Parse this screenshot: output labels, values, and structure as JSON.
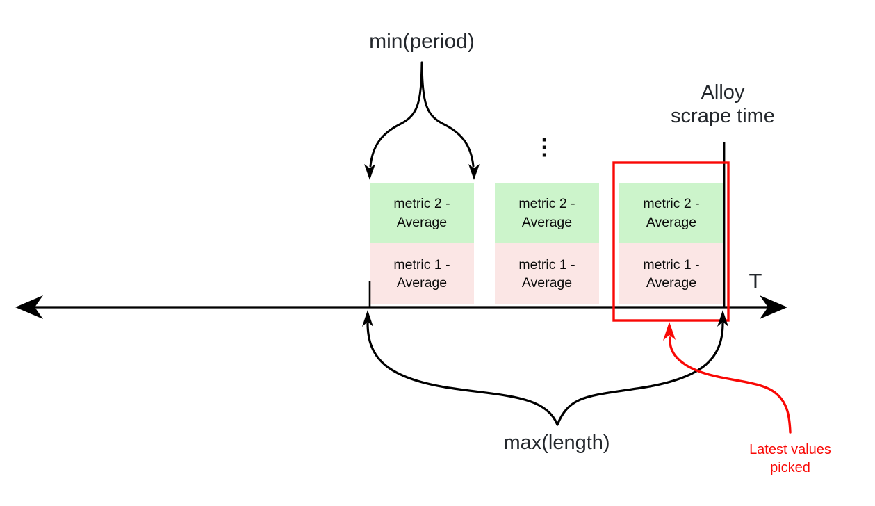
{
  "diagram": {
    "annotations": {
      "min_period": "min(period)",
      "alloy_scrape_time": "Alloy\nscrape time",
      "max_length": "max(length)",
      "latest_values_picked": "Latest values\npicked",
      "axis_label": "T",
      "ellipsis": "⋮"
    },
    "sample_groups": [
      {
        "top": "metric 2 -\nAverage",
        "bottom": "metric 1 -\nAverage"
      },
      {
        "top": "metric 2 -\nAverage",
        "bottom": "metric 1 -\nAverage"
      },
      {
        "top": "metric 2 -\nAverage",
        "bottom": "metric 1 -\nAverage"
      }
    ],
    "colors": {
      "metric2_fill": "#ccf4cb",
      "metric1_fill": "#fbe6e5",
      "highlight_red": "#f90805",
      "line_black": "#000000",
      "label_dark": "#23272c"
    }
  }
}
